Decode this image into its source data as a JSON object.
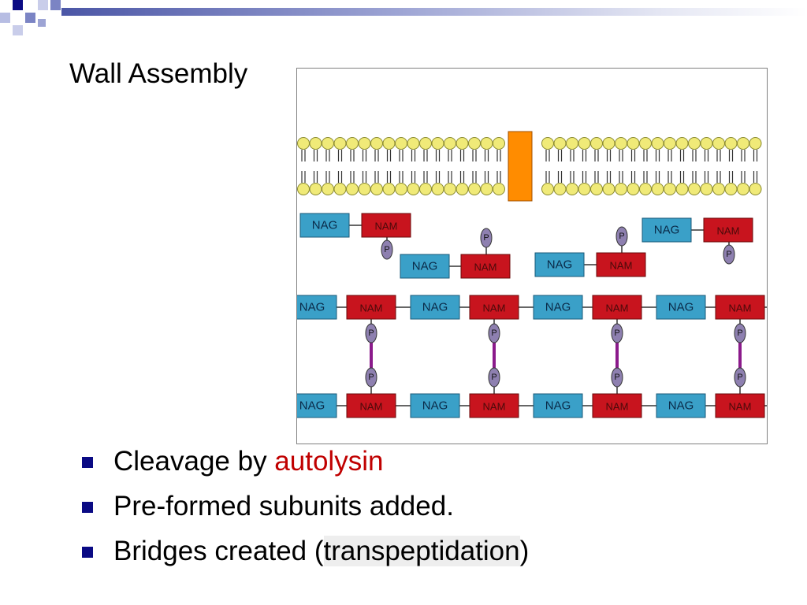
{
  "slide": {
    "title": "Wall Assembly",
    "bullets": [
      {
        "pre": "Cleavage by ",
        "highlight": "autolysin",
        "post": ""
      },
      {
        "pre": "Pre-formed subunits added.",
        "highlight": "",
        "post": ""
      },
      {
        "pre": "Bridges created (",
        "highlight": "transpeptidation",
        "post": ")"
      }
    ]
  },
  "diagram": {
    "labels": {
      "nag": "NAG",
      "nam": "NAM",
      "phosphate": "P"
    },
    "colors": {
      "nag_fill": "#3aa0c8",
      "nam_fill": "#c8141e",
      "phosphate_fill": "#8e80b0",
      "lipid_head": "#f0ea78",
      "membrane_protein": "#ff8c00",
      "bridge": "#8b1a8b"
    },
    "free_subunits": 4,
    "chain_units": 4
  },
  "theme": {
    "bullet_color": "#0a0a84",
    "accent_red": "#c00000",
    "bar_blue": "#4b56a6"
  }
}
